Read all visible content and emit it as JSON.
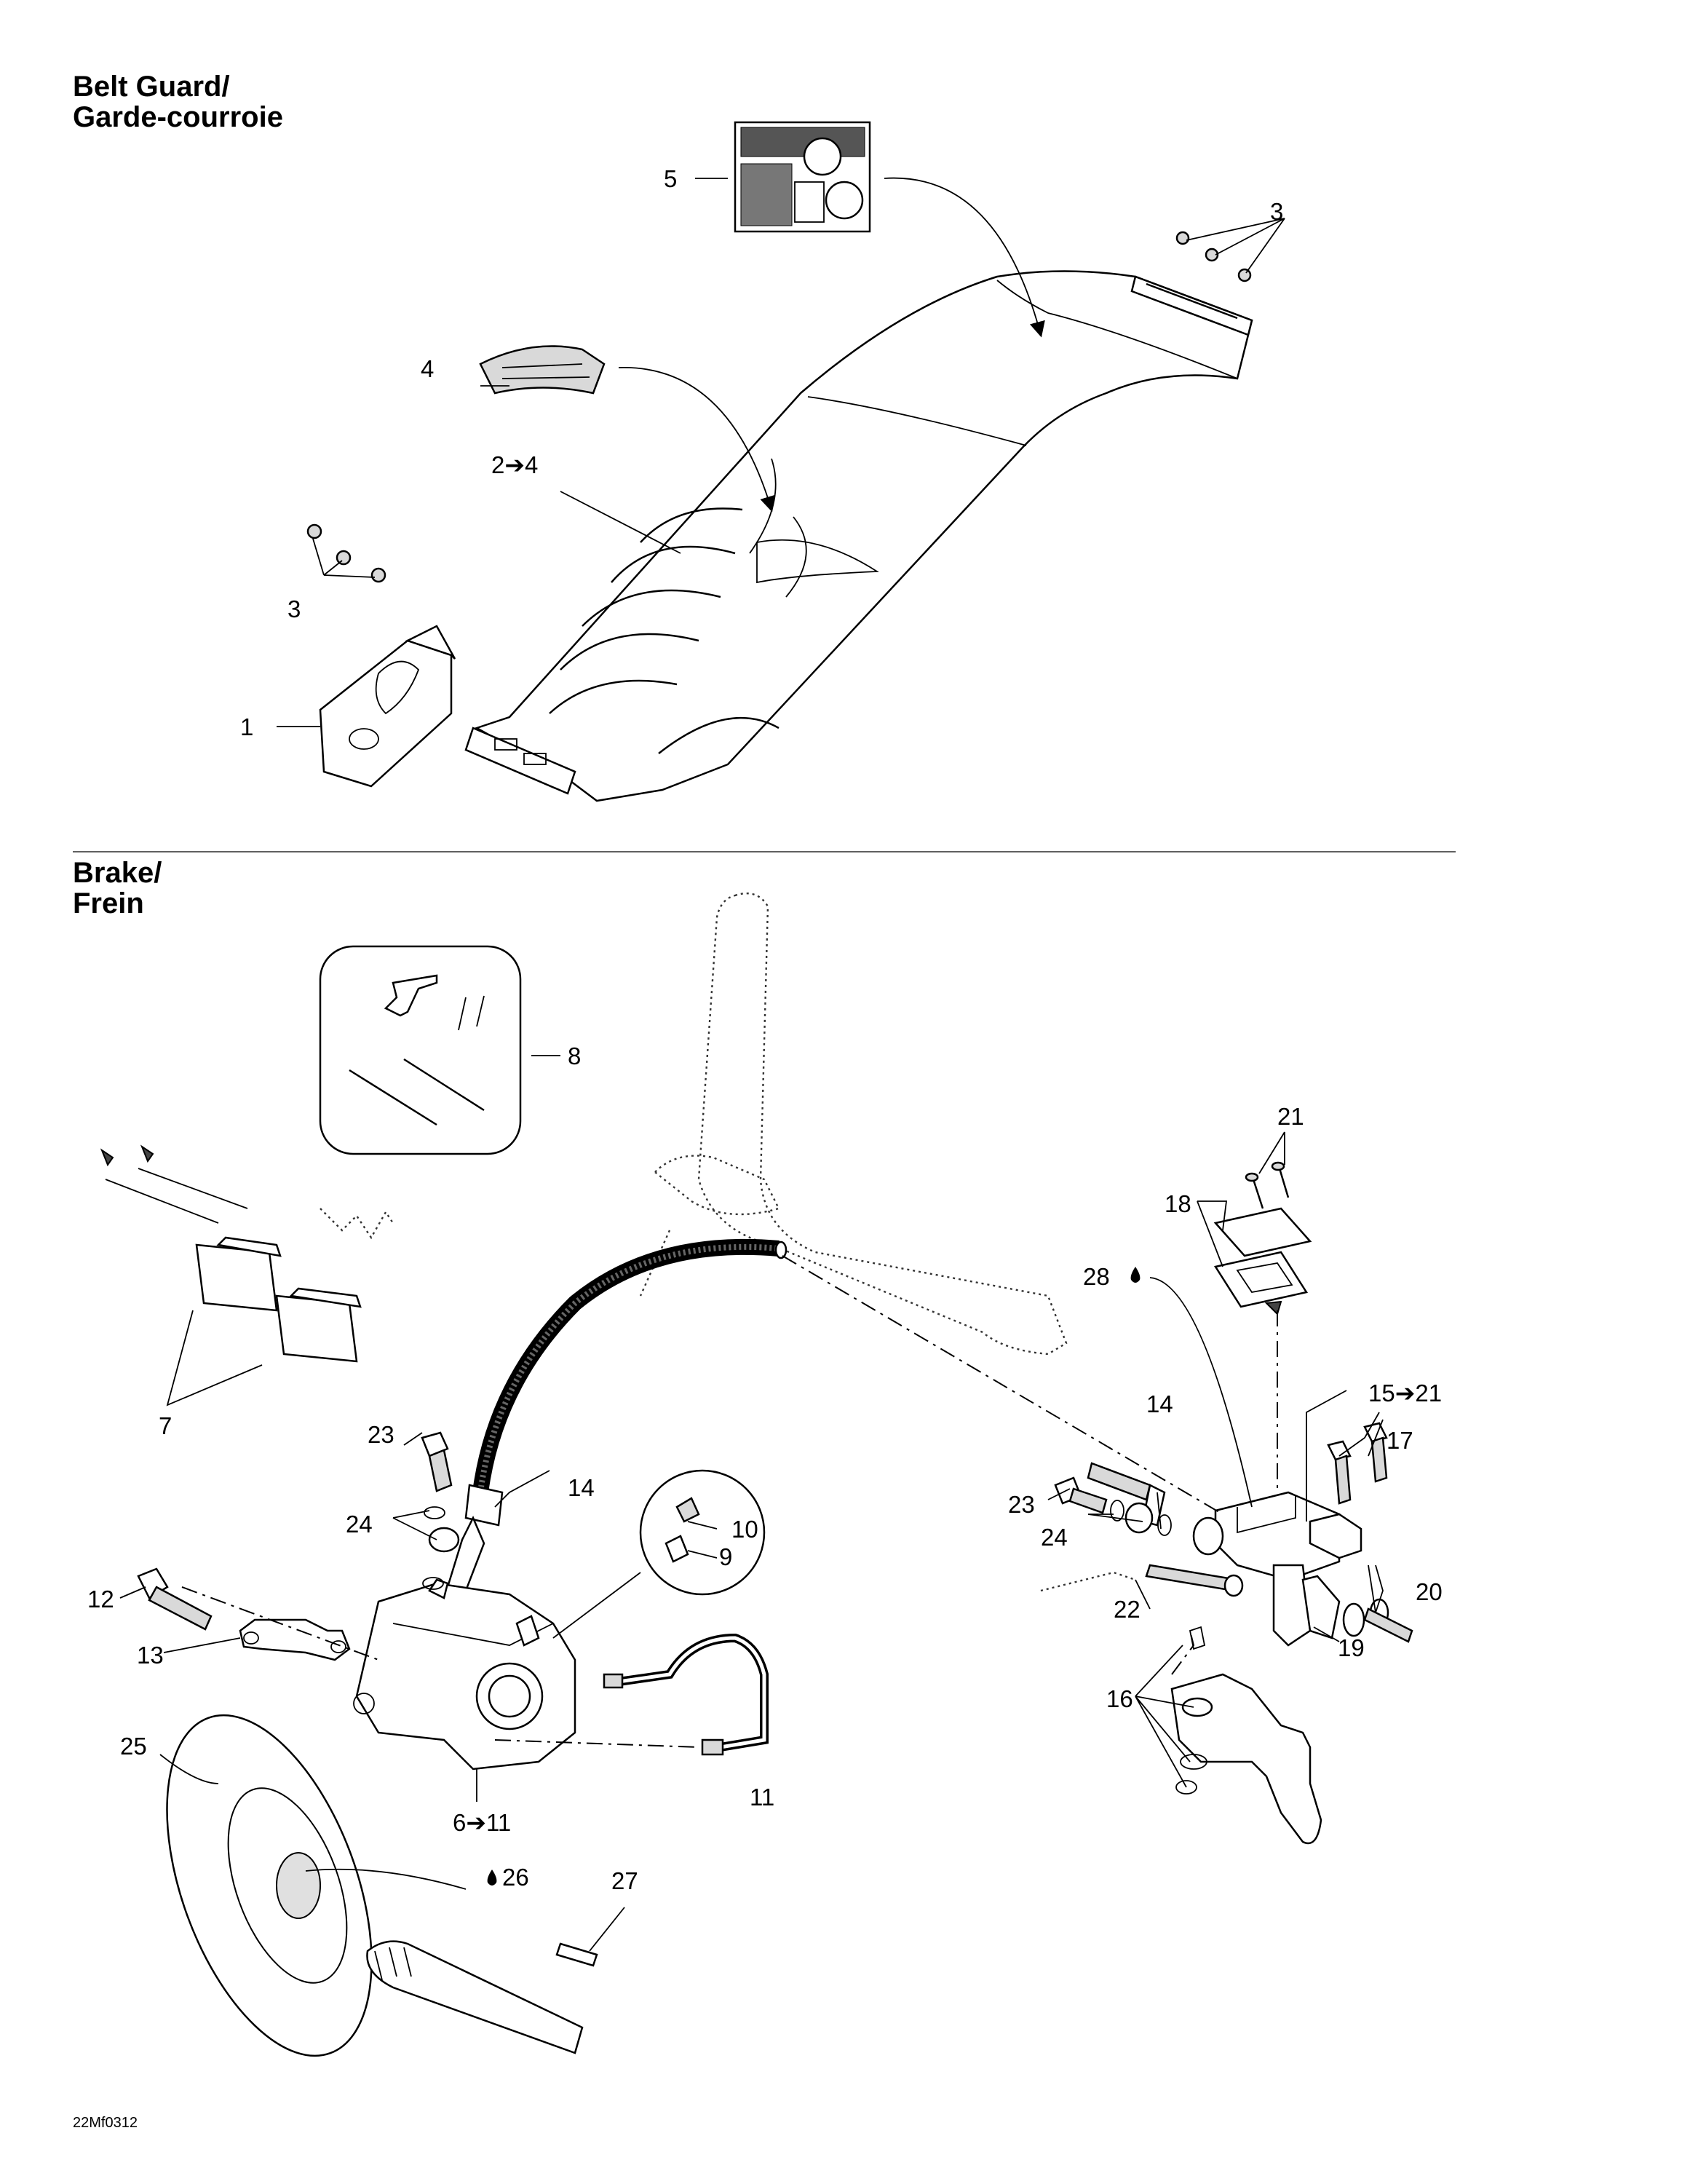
{
  "sections": {
    "belt_guard": {
      "title_line1": "Belt Guard/",
      "title_line2": "Garde-courroie"
    },
    "brake": {
      "title_line1": "Brake/",
      "title_line2": "Frein"
    }
  },
  "callouts": {
    "c1": "1",
    "c2_4": "2➔4",
    "c3a": "3",
    "c3b": "3",
    "c4": "4",
    "c5": "5",
    "c6_11": "6➔11",
    "c7": "7",
    "c8": "8",
    "c9": "9",
    "c10": "10",
    "c11": "11",
    "c12": "12",
    "c13": "13",
    "c14a": "14",
    "c14b": "14",
    "c15_21": "15➔21",
    "c16": "16",
    "c17": "17",
    "c18": "18",
    "c19": "19",
    "c20": "20",
    "c21": "21",
    "c22": "22",
    "c23a": "23",
    "c23b": "23",
    "c24a": "24",
    "c24b": "24",
    "c25": "25",
    "c26": "26",
    "c27": "27",
    "c28": "28"
  },
  "footer": {
    "drawing_code": "22Mf0312"
  }
}
